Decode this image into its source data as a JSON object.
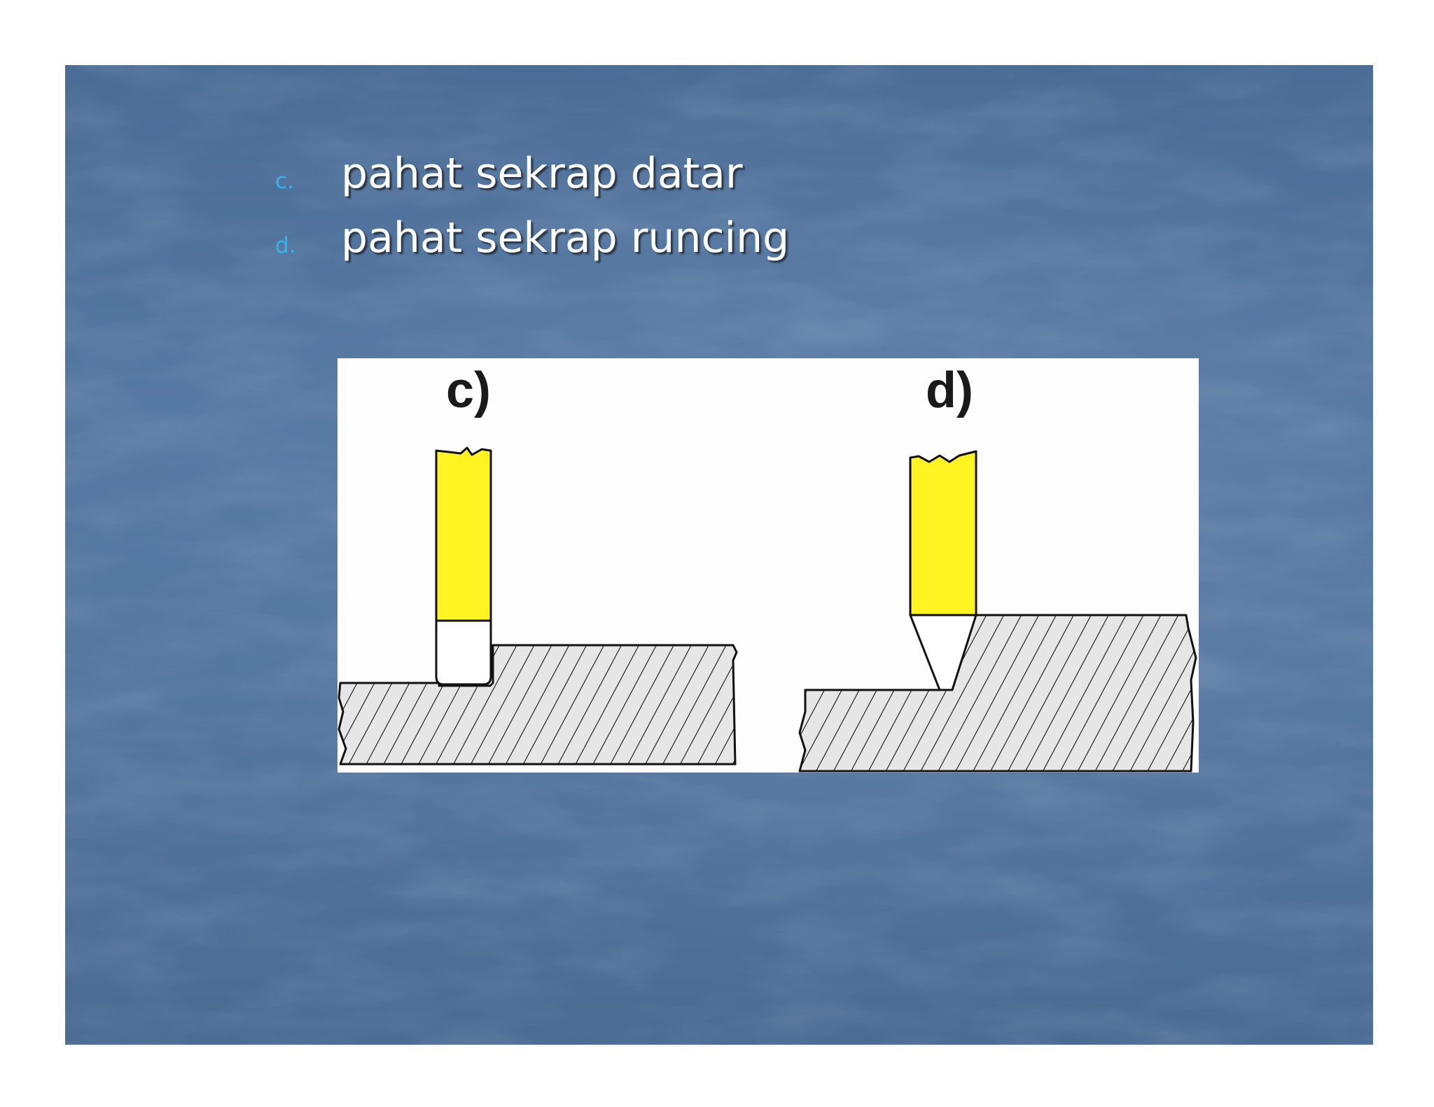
{
  "bullets": [
    {
      "marker": "c.",
      "text": "pahat sekrap datar"
    },
    {
      "marker": "d.",
      "text": "pahat sekrap runcing"
    }
  ],
  "figure": {
    "label_c": "c)",
    "label_d": "d)",
    "colors": {
      "tool_shank": "#fff422",
      "workpiece_fill": "#e6e6e6",
      "outline": "#111111",
      "slide_background": "#4f7099",
      "bullet_marker": "#2fb6f0"
    }
  }
}
